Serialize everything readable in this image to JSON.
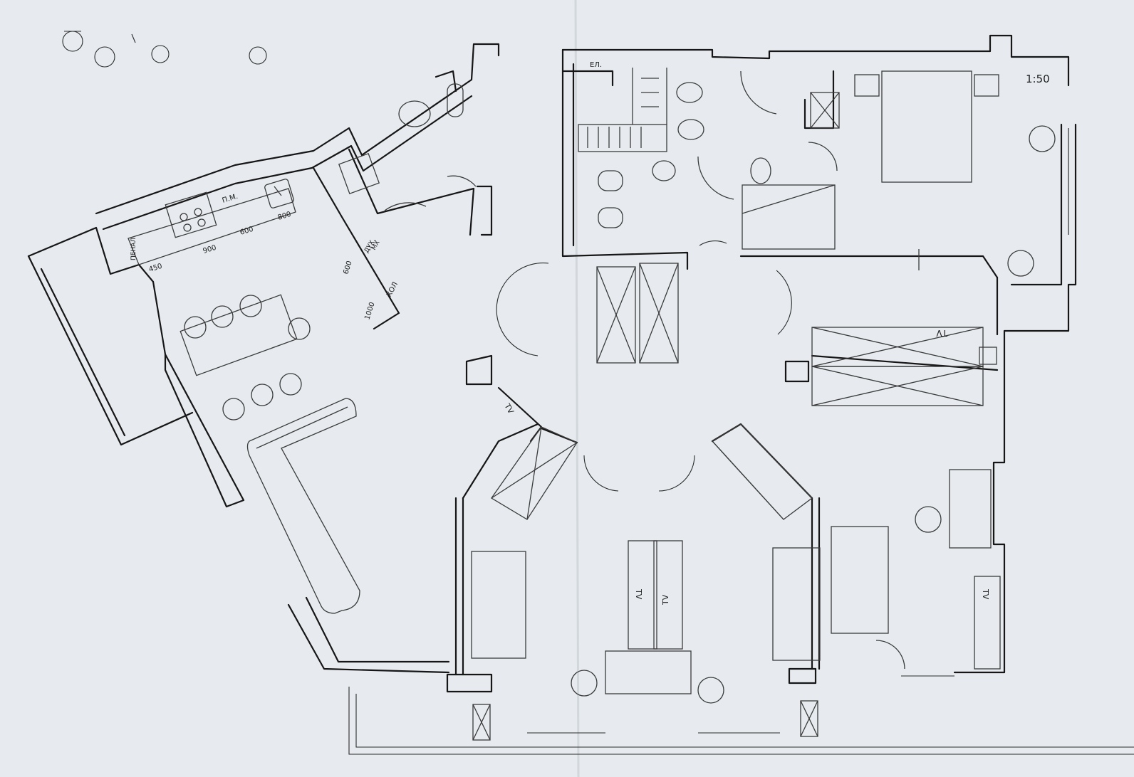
{
  "drawing": {
    "scale": "1:50",
    "labels": {
      "el": "ЕЛ.",
      "penal": "ПЕНАЛ",
      "pm": "П.М.",
      "dux": "ДУХ.",
      "mx": "МХ",
      "hol": "ХОЛ",
      "tv": "TV"
    },
    "dims": [
      "450",
      "900",
      "600",
      "800",
      "600",
      "1000"
    ]
  },
  "colors": {
    "paper": "#e7ebef",
    "ink": "#161616"
  }
}
